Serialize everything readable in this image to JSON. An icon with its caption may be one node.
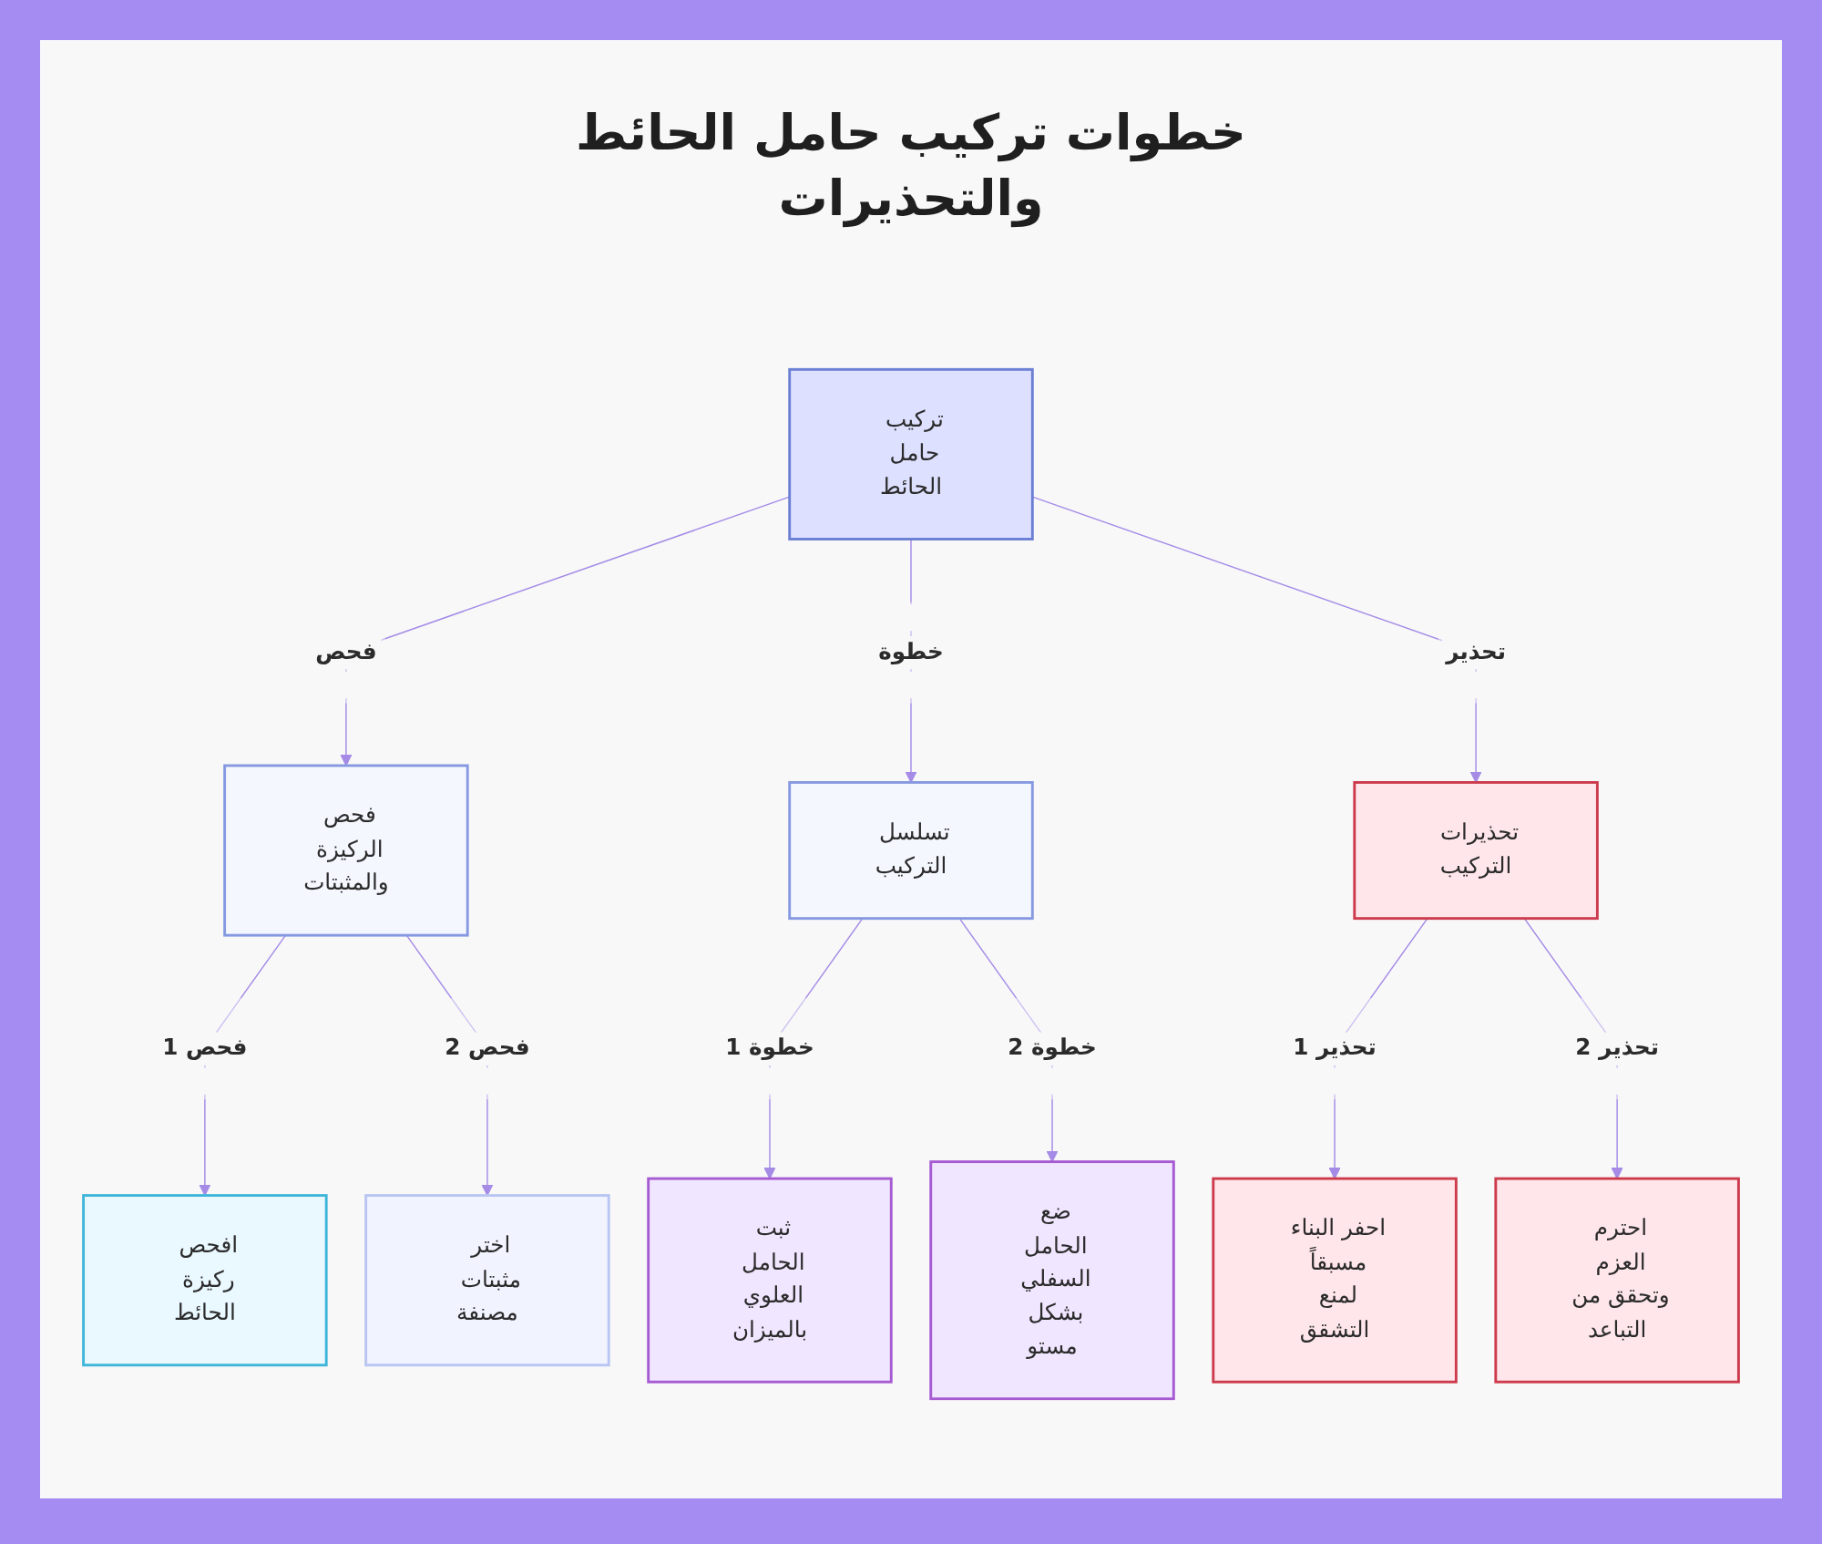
{
  "diagram": {
    "title": "خطوات تركيب حامل الحائط والتحذيرات",
    "nodes": [
      {
        "text": [
          "تركيب حامل الحائط"
        ]
      },
      {
        "text": [
          "فحص الركيزة والمثبتات"
        ]
      },
      {
        "text": [
          "تسلسل التركيب"
        ]
      },
      {
        "text": [
          "تحذيرات التركيب"
        ]
      },
      {
        "text": [
          "افحص ركيزة الحائط"
        ]
      },
      {
        "text": [
          "اختر مثبتات مصنفة"
        ]
      },
      {
        "text": [
          "ثبت الحامل العلوي بالميزان"
        ]
      },
      {
        "text": [
          "ضع الحامل السفلي بشكل مستو"
        ]
      },
      {
        "text": [
          "احفر البناء مسبقاً لمنع التشقق"
        ]
      },
      {
        "text": [
          "احترم العزم وتحقق من التباعد"
        ]
      }
    ],
    "edges": [
      {
        "from": 0,
        "to": 1,
        "arrow": "to",
        "label": "فحص"
      },
      {
        "from": 0,
        "to": 2,
        "arrow": "to",
        "label": "خطوة"
      },
      {
        "from": 0,
        "to": 3,
        "arrow": "to",
        "label": "تحذير"
      },
      {
        "from": 1,
        "to": 4,
        "arrow": "to",
        "label": "فحص 1"
      },
      {
        "from": 1,
        "to": 5,
        "arrow": "to",
        "label": "فحص 2"
      },
      {
        "from": 2,
        "to": 6,
        "arrow": "to",
        "label": "خطوة 1"
      },
      {
        "from": 2,
        "to": 7,
        "arrow": "to",
        "label": "خطوة 2"
      },
      {
        "from": 3,
        "to": 8,
        "arrow": "to",
        "label": "تحذير 1"
      },
      {
        "from": 3,
        "to": 9,
        "arrow": "to",
        "label": "تحذير 2"
      }
    ]
  }
}
